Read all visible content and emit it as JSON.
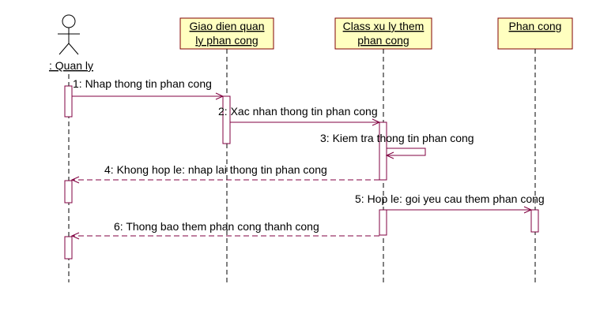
{
  "diagram_type": "sequence",
  "actor": {
    "label": ": Quan ly"
  },
  "objects": [
    {
      "id": "gui",
      "line1": "Giao dien quan",
      "line2": "ly phan cong"
    },
    {
      "id": "ctrl",
      "line1": "Class xu ly them",
      "line2": "phan cong"
    },
    {
      "id": "entity",
      "line1": "Phan cong",
      "line2": ""
    }
  ],
  "messages": [
    {
      "label": "1: Nhap thong tin phan cong",
      "from": "actor",
      "to": "gui",
      "kind": "call"
    },
    {
      "label": "2: Xac nhan thong tin phan cong",
      "from": "gui",
      "to": "ctrl",
      "kind": "call"
    },
    {
      "label": "3: Kiem  tra thong tin phan cong",
      "from": "ctrl",
      "to": "ctrl",
      "kind": "self"
    },
    {
      "label": "4: Khong hop le: nhap lai thong tin phan cong",
      "from": "ctrl",
      "to": "actor",
      "kind": "return"
    },
    {
      "label": "5: Hop le: goi yeu cau them phan cong",
      "from": "ctrl",
      "to": "entity",
      "kind": "call"
    },
    {
      "label": "6: Thong bao them phan cong thanh cong",
      "from": "ctrl",
      "to": "actor",
      "kind": "return"
    }
  ],
  "colors": {
    "object_fill": "#ffffc0",
    "object_border": "#800000",
    "message": "#800040"
  }
}
